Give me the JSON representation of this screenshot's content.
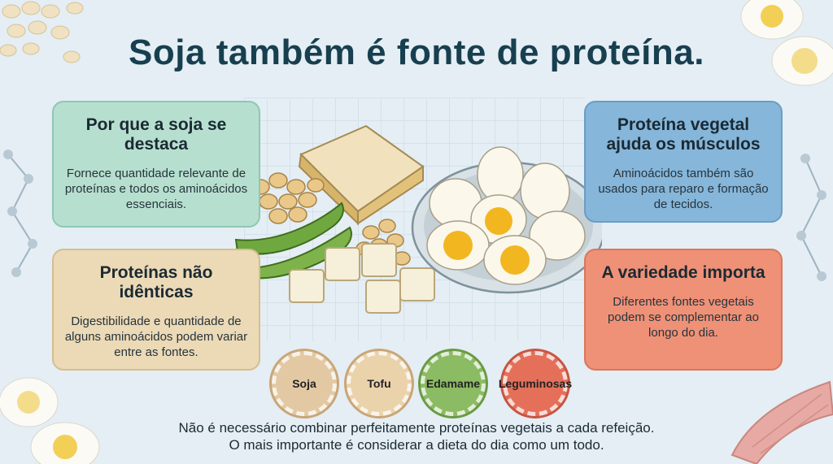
{
  "title": "Soja também é fonte de proteína.",
  "cards": [
    {
      "heading": "Por que a soja se destaca",
      "text": "Fornece quantidade relevante de proteínas e todos os aminoácidos essenciais.",
      "color": "#b7dfcf"
    },
    {
      "heading": "Proteínas não idênticas",
      "text": "Digestibilidade e quantidade de alguns aminoácidos podem variar entre as fontes.",
      "color": "#ecd9b6"
    },
    {
      "heading": "Proteína vegetal ajuda os músculos",
      "text": "Aminoácidos também são usados para reparo e formação de tecidos.",
      "color": "#86b6da"
    },
    {
      "heading": "A variedade importa",
      "text": "Diferentes fontes vegetais podem se complementar ao longo do dia.",
      "color": "#ef9177"
    }
  ],
  "badges": [
    {
      "label": "Soja",
      "color": "#e3c9a3"
    },
    {
      "label": "Tofu",
      "color": "#ead2ab"
    },
    {
      "label": "Edamame",
      "color": "#8bbb62"
    },
    {
      "label": "Leguminosas",
      "color": "#e5705a"
    }
  ],
  "footer": {
    "line1": "Não é necessário combinar perfeitamente proteínas vegetais a cada refeição.",
    "line2": "O mais importante é considerar a dieta do dia como um todo."
  },
  "illustration": {
    "items": [
      "tempeh-icon",
      "soybeans-icon",
      "edamame-icon",
      "tofu-cubes-icon",
      "boiled-eggs-bowl-icon"
    ]
  },
  "decorations": [
    "soybeans-corner-icon",
    "egg-corner-icon",
    "molecule-icon",
    "muscle-icon"
  ]
}
